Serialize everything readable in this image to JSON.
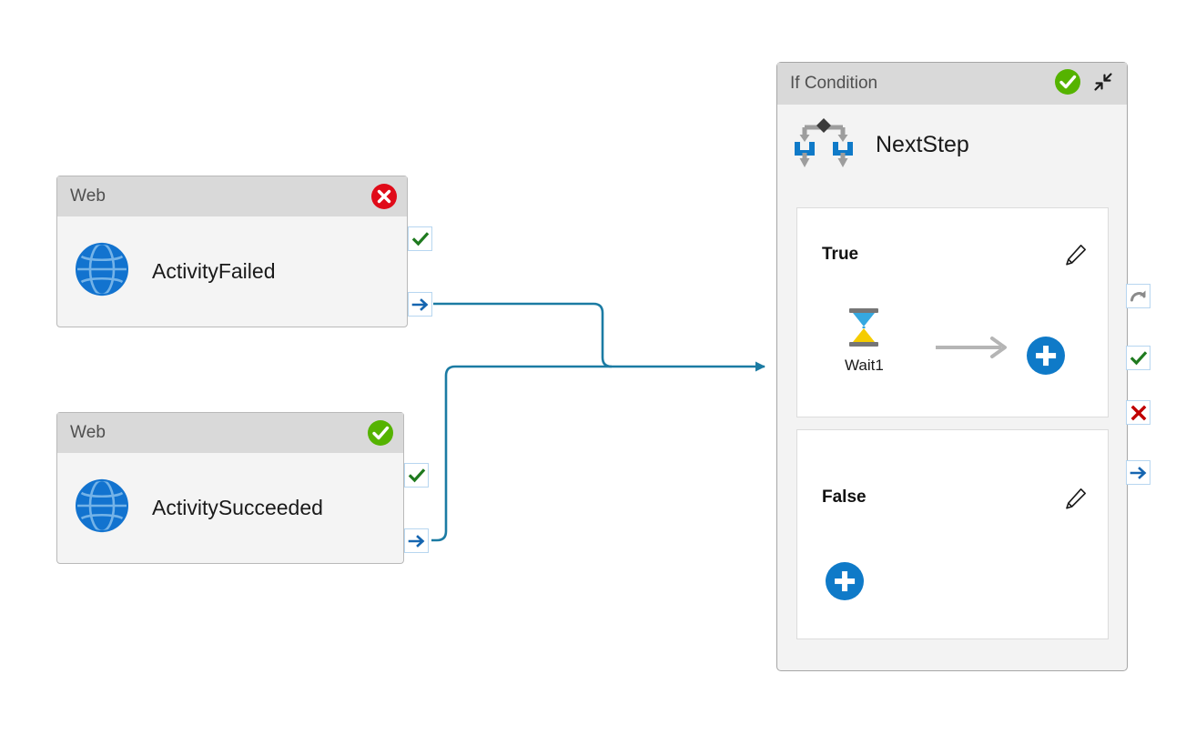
{
  "canvas": {
    "background": "#ffffff",
    "accent_blue": "#0f7ac8",
    "edge_color": "#1b7ba3",
    "success_green": "#5cb300",
    "error_red": "#e81123",
    "header_gray": "#d9d9d9",
    "body_gray": "#f4f4f4"
  },
  "activities": [
    {
      "id": "web-failed",
      "header_title": "Web",
      "name": "ActivityFailed",
      "icon": "globe-icon",
      "status": "failed",
      "status_icon": "error-circle-icon",
      "handles": [
        {
          "type": "success",
          "icon": "green-check-icon"
        },
        {
          "type": "completion",
          "icon": "blue-arrow-icon"
        }
      ]
    },
    {
      "id": "web-succeeded",
      "header_title": "Web",
      "name": "ActivitySucceeded",
      "icon": "globe-icon",
      "status": "succeeded",
      "status_icon": "success-circle-icon",
      "handles": [
        {
          "type": "success",
          "icon": "green-check-icon"
        },
        {
          "type": "completion",
          "icon": "blue-arrow-icon"
        }
      ]
    }
  ],
  "if_condition": {
    "header_title": "If Condition",
    "status_icon": "success-circle-icon",
    "collapse_icon": "collapse-arrows-icon",
    "activity_name": "NextStep",
    "activity_icon": "branch-icon",
    "branches": [
      {
        "label": "True",
        "edit_icon": "pencil-icon",
        "activity": {
          "name": "Wait1",
          "icon": "hourglass-icon"
        },
        "connector_icon": "gray-arrow-icon",
        "add_icon": "plus-icon"
      },
      {
        "label": "False",
        "edit_icon": "pencil-icon",
        "activity": null,
        "add_icon": "plus-icon"
      }
    ],
    "handles": [
      {
        "type": "skipped",
        "icon": "gray-curve-arrow-icon"
      },
      {
        "type": "success",
        "icon": "green-check-icon"
      },
      {
        "type": "failure",
        "icon": "red-x-icon"
      },
      {
        "type": "completion",
        "icon": "blue-arrow-icon"
      }
    ]
  },
  "connections": [
    {
      "from": "web-failed",
      "from_handle": "completion",
      "to": "if-condition"
    },
    {
      "from": "web-succeeded",
      "from_handle": "completion",
      "to": "if-condition"
    }
  ]
}
